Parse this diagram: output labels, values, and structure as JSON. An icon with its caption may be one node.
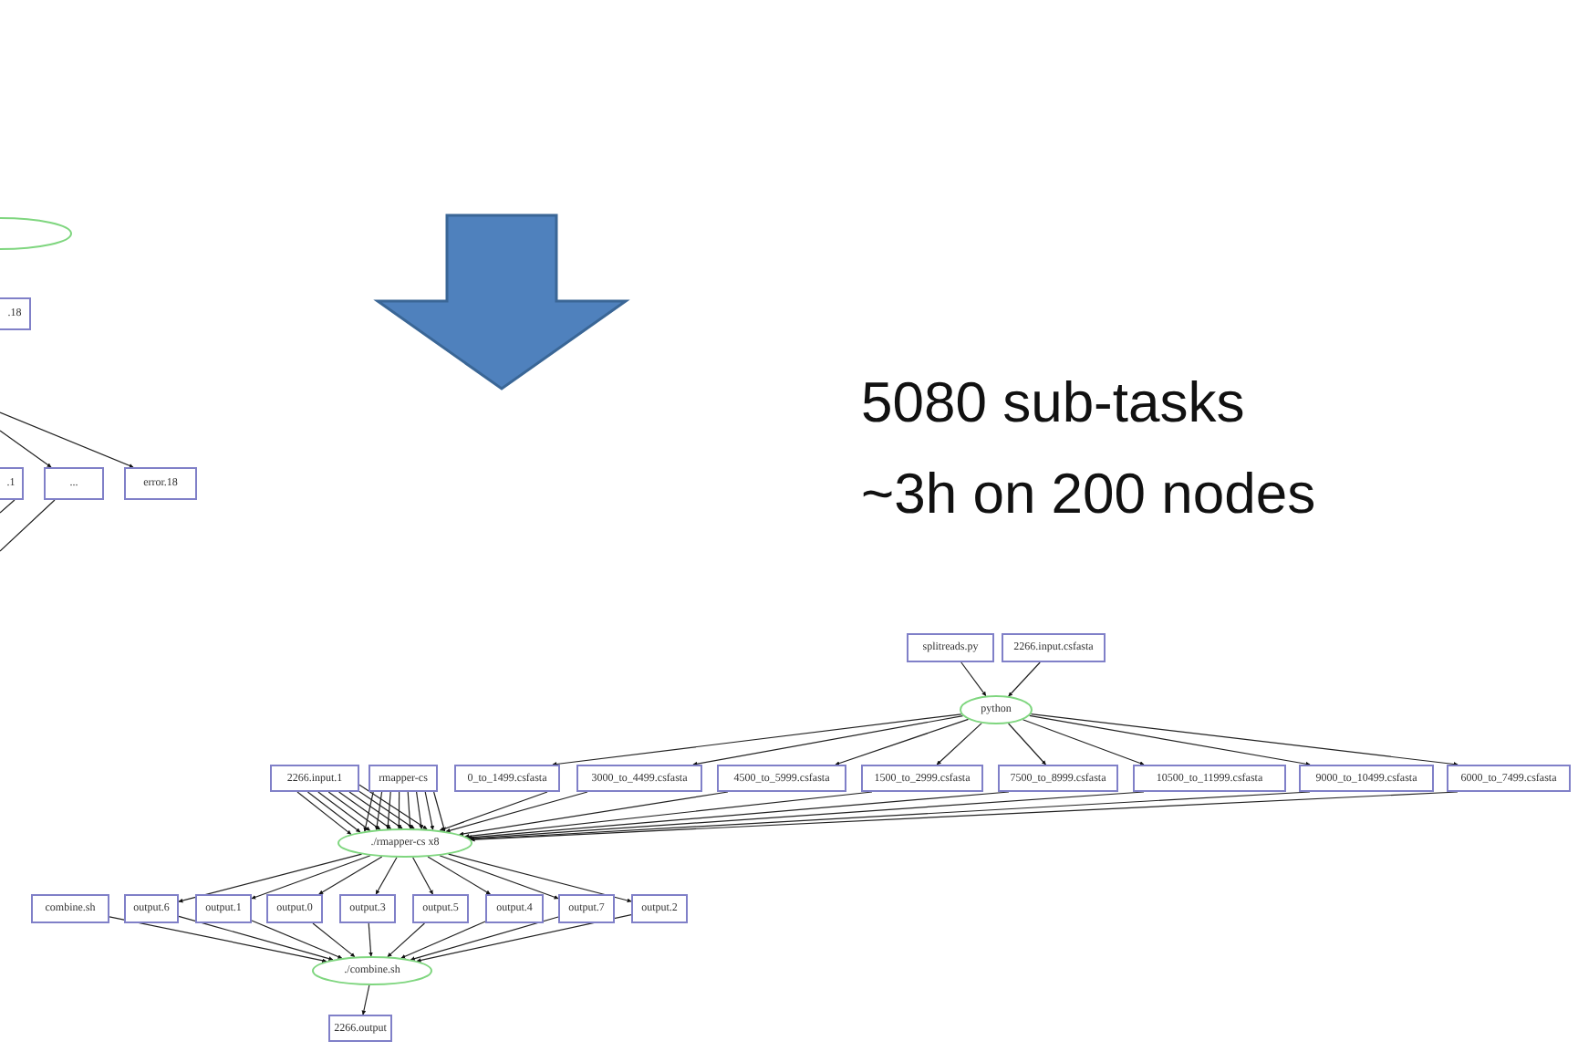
{
  "diagram": {
    "nodes": [
      {
        "text": [],
        "shape": "ellipse"
      },
      {
        "text": [
          ".18"
        ]
      },
      {
        "text": [
          ".1"
        ]
      },
      {
        "text": [
          "..."
        ]
      },
      {
        "text": [
          "error.18"
        ]
      },
      {
        "text": [
          "splitreads.py"
        ]
      },
      {
        "text": [
          "2266.input.csfasta"
        ]
      },
      {
        "text": [
          "python"
        ]
      },
      {
        "text": [
          "2266.input.1"
        ]
      },
      {
        "text": [
          "rmapper-cs"
        ]
      },
      {
        "text": [
          "0_to_1499.csfasta"
        ]
      },
      {
        "text": [
          "3000_to_4499.csfasta"
        ]
      },
      {
        "text": [
          "4500_to_5999.csfasta"
        ]
      },
      {
        "text": [
          "1500_to_2999.csfasta"
        ]
      },
      {
        "text": [
          "7500_to_8999.csfasta"
        ]
      },
      {
        "text": [
          "10500_to_11999.csfasta"
        ]
      },
      {
        "text": [
          "9000_to_10499.csfasta"
        ]
      },
      {
        "text": [
          "6000_to_7499.csfasta"
        ]
      },
      {
        "text": [
          "./rmapper-cs x8"
        ]
      },
      {
        "text": [
          "combine.sh"
        ]
      },
      {
        "text": [
          "output.6"
        ]
      },
      {
        "text": [
          "output.1"
        ]
      },
      {
        "text": [
          "output.0"
        ]
      },
      {
        "text": [
          "output.3"
        ]
      },
      {
        "text": [
          "output.5"
        ]
      },
      {
        "text": [
          "output.4"
        ]
      },
      {
        "text": [
          "output.7"
        ]
      },
      {
        "text": [
          "output.2"
        ]
      },
      {
        "text": [
          "./combine.sh"
        ]
      },
      {
        "text": [
          "2266.output"
        ]
      }
    ],
    "edges": [
      {
        "from": null,
        "to": 3,
        "arrow": "to"
      },
      {
        "from": null,
        "to": 4,
        "arrow": "to"
      },
      {
        "from": 2,
        "to": null,
        "arrow": "none"
      },
      {
        "from": 3,
        "to": null,
        "arrow": "none"
      },
      {
        "from": 5,
        "to": 7,
        "arrow": "to"
      },
      {
        "from": 6,
        "to": 7,
        "arrow": "to"
      },
      {
        "from": 7,
        "to": 10,
        "arrow": "to"
      },
      {
        "from": 7,
        "to": 11,
        "arrow": "to"
      },
      {
        "from": 7,
        "to": 12,
        "arrow": "to"
      },
      {
        "from": 7,
        "to": 13,
        "arrow": "to"
      },
      {
        "from": 7,
        "to": 14,
        "arrow": "to"
      },
      {
        "from": 7,
        "to": 15,
        "arrow": "to"
      },
      {
        "from": 7,
        "to": 16,
        "arrow": "to"
      },
      {
        "from": 7,
        "to": 17,
        "arrow": "to"
      },
      {
        "from": 8,
        "to": 18,
        "arrow": "to"
      },
      {
        "from": 8,
        "to": 18,
        "arrow": "to"
      },
      {
        "from": 8,
        "to": 18,
        "arrow": "to"
      },
      {
        "from": 8,
        "to": 18,
        "arrow": "to"
      },
      {
        "from": 8,
        "to": 18,
        "arrow": "to"
      },
      {
        "from": 8,
        "to": 18,
        "arrow": "to"
      },
      {
        "from": 8,
        "to": 18,
        "arrow": "to"
      },
      {
        "from": 8,
        "to": 18,
        "arrow": "to"
      },
      {
        "from": 9,
        "to": 18,
        "arrow": "to"
      },
      {
        "from": 9,
        "to": 18,
        "arrow": "to"
      },
      {
        "from": 9,
        "to": 18,
        "arrow": "to"
      },
      {
        "from": 9,
        "to": 18,
        "arrow": "to"
      },
      {
        "from": 9,
        "to": 18,
        "arrow": "to"
      },
      {
        "from": 9,
        "to": 18,
        "arrow": "to"
      },
      {
        "from": 9,
        "to": 18,
        "arrow": "to"
      },
      {
        "from": 9,
        "to": 18,
        "arrow": "to"
      },
      {
        "from": 10,
        "to": 18,
        "arrow": "to"
      },
      {
        "from": 11,
        "to": 18,
        "arrow": "to"
      },
      {
        "from": 12,
        "to": 18,
        "arrow": "to"
      },
      {
        "from": 13,
        "to": 18,
        "arrow": "to"
      },
      {
        "from": 14,
        "to": 18,
        "arrow": "to"
      },
      {
        "from": 15,
        "to": 18,
        "arrow": "to"
      },
      {
        "from": 16,
        "to": 18,
        "arrow": "to"
      },
      {
        "from": 17,
        "to": 18,
        "arrow": "to"
      },
      {
        "from": 18,
        "to": 20,
        "arrow": "to"
      },
      {
        "from": 18,
        "to": 21,
        "arrow": "to"
      },
      {
        "from": 18,
        "to": 22,
        "arrow": "to"
      },
      {
        "from": 18,
        "to": 23,
        "arrow": "to"
      },
      {
        "from": 18,
        "to": 24,
        "arrow": "to"
      },
      {
        "from": 18,
        "to": 25,
        "arrow": "to"
      },
      {
        "from": 18,
        "to": 26,
        "arrow": "to"
      },
      {
        "from": 18,
        "to": 27,
        "arrow": "to"
      },
      {
        "from": 19,
        "to": 28,
        "arrow": "to"
      },
      {
        "from": 20,
        "to": 28,
        "arrow": "to"
      },
      {
        "from": 21,
        "to": 28,
        "arrow": "to"
      },
      {
        "from": 22,
        "to": 28,
        "arrow": "to"
      },
      {
        "from": 23,
        "to": 28,
        "arrow": "to"
      },
      {
        "from": 24,
        "to": 28,
        "arrow": "to"
      },
      {
        "from": 25,
        "to": 28,
        "arrow": "to"
      },
      {
        "from": 26,
        "to": 28,
        "arrow": "to"
      },
      {
        "from": 27,
        "to": 28,
        "arrow": "to"
      },
      {
        "from": 28,
        "to": 29,
        "arrow": "to"
      }
    ],
    "labels": [
      "5080 sub-tasks",
      "~3h on 200 nodes"
    ]
  }
}
